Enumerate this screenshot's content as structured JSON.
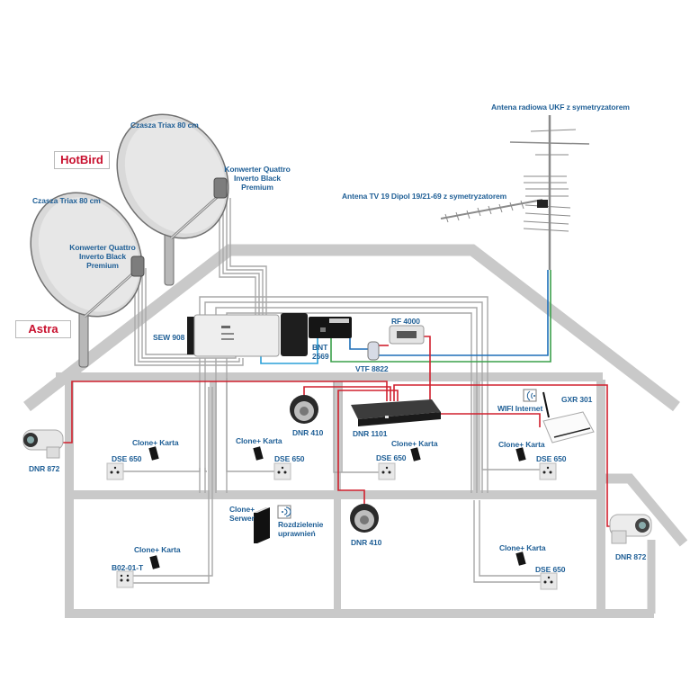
{
  "diagram": {
    "title": "",
    "colors": {
      "label_text": "#1f5f96",
      "satellite_tag": "#c8102e",
      "wall": "#c9c9c9",
      "coax_grey": "#a8a8a8",
      "lan_red": "#d0202e",
      "coax_blue": "#1e6fb8",
      "antenna_green": "#3aa04a",
      "sat_blue": "#2aa0d8"
    },
    "satellites": [
      {
        "id": "hotbird",
        "tag": "HotBird",
        "dish_label": "Czasza Triax 80 cm",
        "lnb_label": [
          "Konwerter Quattro",
          "Inverto Black",
          "Premium"
        ]
      },
      {
        "id": "astra",
        "tag": "Astra",
        "dish_label": "Czasza Triax 80 cm",
        "lnb_label": [
          "Konwerter Quattro",
          "Inverto Black",
          "Premium"
        ]
      }
    ],
    "antennas": [
      {
        "id": "ukf",
        "label": "Antena radiowa UKF z symetryzatorem"
      },
      {
        "id": "tv",
        "label": "Antena TV 19 Dipol 19/21-69 z symetryzatorem"
      }
    ],
    "attic_devices": [
      {
        "id": "multiswitch",
        "label": "SEW 908"
      },
      {
        "id": "amplifier",
        "label": [
          "BNT",
          "2569"
        ]
      },
      {
        "id": "splitter",
        "label": "VTF 8822"
      },
      {
        "id": "modulator",
        "label": "RF 4000"
      }
    ],
    "rooms": {
      "upper_left": {
        "card": "Clone+ Karta",
        "socket": "DSE 650"
      },
      "upper_middle": {
        "card": "Clone+ Karta",
        "socket": "DSE 650",
        "camera": "DNR 410"
      },
      "upper_center": {
        "recorder": "DNR 1101",
        "card": "Clone+ Karta",
        "socket": "DSE 650"
      },
      "upper_right": {
        "wifi": "WIFI Internet",
        "router": "GXR 301",
        "card": "Clone+ Karta",
        "socket": "DSE 650"
      },
      "lower_left": {
        "card": "Clone+ Karta",
        "socket": "B02-01-T",
        "server": [
          "Clone+",
          "Serwer"
        ],
        "sharing": [
          "Rozdzielenie",
          "uprawnień"
        ]
      },
      "lower_center": {
        "camera": "DNR 410"
      },
      "lower_right": {
        "card": "Clone+ Karta",
        "socket": "DSE 650"
      }
    },
    "outdoor_cameras": [
      {
        "id": "cam-left",
        "label": "DNR 872"
      },
      {
        "id": "cam-right",
        "label": "DNR 872"
      }
    ]
  }
}
